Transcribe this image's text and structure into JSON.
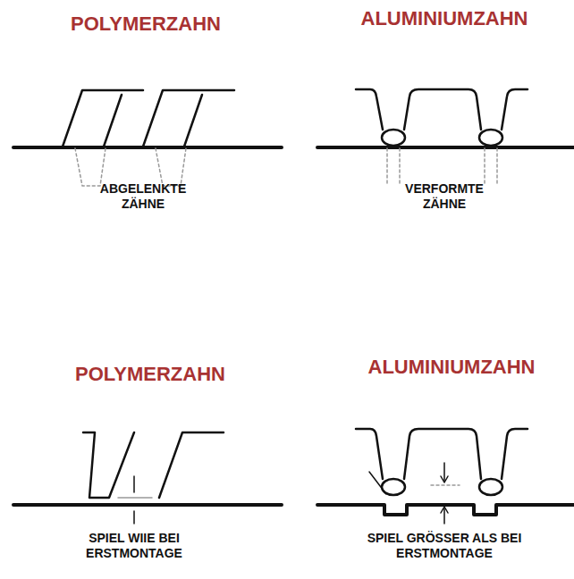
{
  "diagram": {
    "labels": [
      "POLYMERZAHN",
      "ALUMINIUMZAHN",
      "ABGELENKTE ZÄHNE",
      "VERFORMTE ZÄHNE",
      "POLYMERZAHN",
      "ALUMINIUMZAHN",
      "SPIEL WIIE BEI ERSTMONTAGE",
      "SPIEL GRÖSSER ALS BEI ERSTMONTAGE"
    ]
  }
}
